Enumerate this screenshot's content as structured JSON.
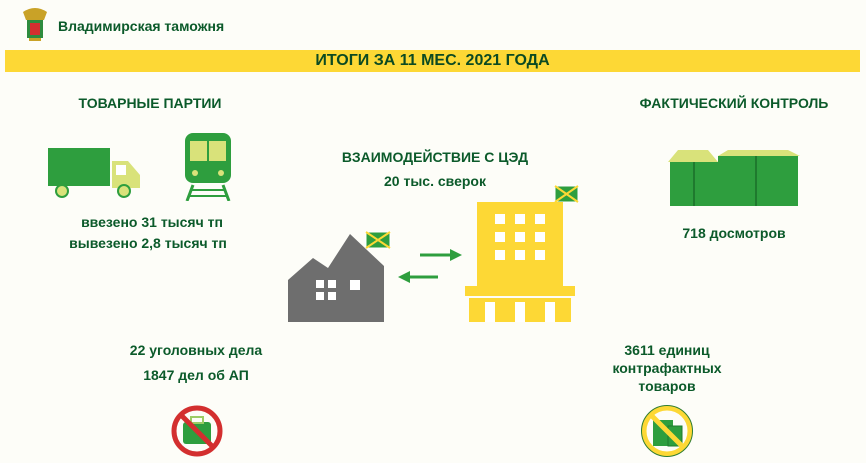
{
  "header": {
    "org_name": "Владимирская таможня",
    "logo_icon": "customs-emblem-icon"
  },
  "banner": {
    "title": "ИТОГИ ЗА 11 МЕС. 2021 ГОДА"
  },
  "goods": {
    "heading": "ТОВАРНЫЕ ПАРТИИ",
    "imported": "ввезено 31 тысяч тп",
    "exported": "вывезено 2,8 тысяч тп"
  },
  "interaction": {
    "heading": "ВЗАИМОДЕЙСТВИЕ С ЦЭД",
    "value": "20 тыс. сверок"
  },
  "control": {
    "heading": "ФАКТИЧЕСКИЙ КОНТРОЛЬ",
    "value": "718 досмотров"
  },
  "cases": {
    "criminal": "22 уголовных дела",
    "administrative": "1847 дел об АП"
  },
  "counterfeit": {
    "line1": "3611 единиц",
    "line2": "контрафактных",
    "line3": "товаров"
  },
  "colors": {
    "text": "#0b5a2a",
    "accent": "#fdd835",
    "icon_green": "#2e9e3e",
    "gray": "#6e6e6e",
    "red": "#d32f2f"
  }
}
